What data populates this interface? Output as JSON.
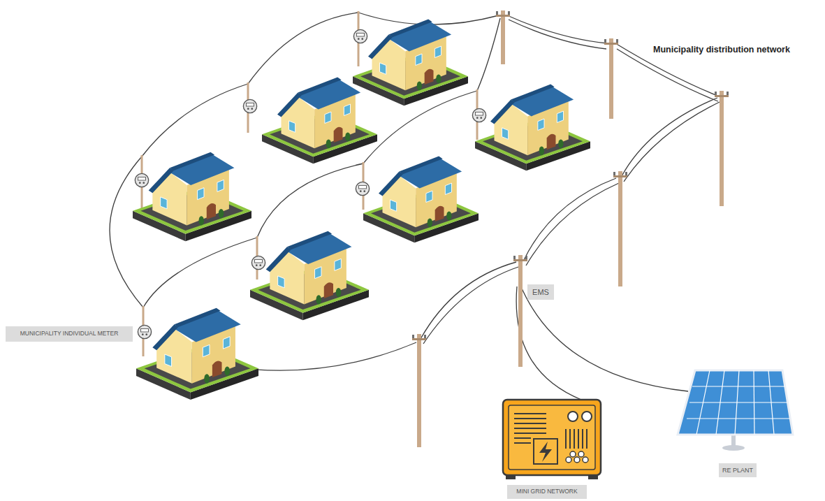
{
  "diagram": {
    "nodes": [
      {
        "text": [
          "EMS"
        ]
      },
      {
        "text": [
          "MUNICIPALITY INDIVIDUAL METER"
        ]
      },
      {
        "text": [
          "RE PLANT"
        ]
      },
      {
        "text": [
          "MINI GRID NETWORK"
        ]
      }
    ],
    "labels": [
      "Municipality distribution network"
    ]
  }
}
